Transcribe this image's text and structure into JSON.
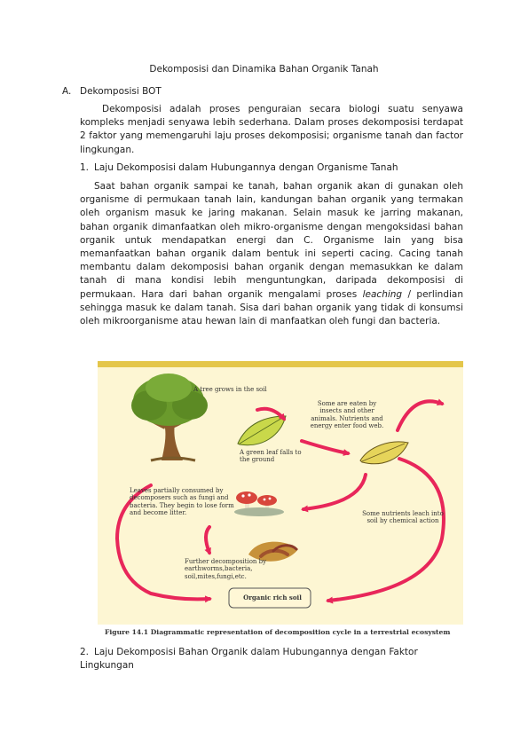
{
  "title": "Dekomposisi dan Dinamika Bahan Organik Tanah",
  "section_a": {
    "marker": "A.",
    "heading": "Dekomposisi BOT"
  },
  "para1": "Dekomposisi adalah proses penguraian secara biologi suatu senyawa kompleks menjadi senyawa lebih sederhana. Dalam proses dekomposisi terdapat 2 faktor yang memengaruhi laju proses dekomposisi; organisme tanah dan factor lingkungan.",
  "item1": {
    "marker": "1.",
    "heading": "Laju Dekomposisi dalam Hubungannya dengan Organisme Tanah"
  },
  "para2": {
    "before": "Saat bahan organik sampai ke tanah, bahan organik akan di gunakan oleh organisme di permukaan tanah lain, kandungan bahan organik yang termakan oleh organism masuk ke jaring makanan. Selain masuk ke jarring makanan, bahan organik dimanfaatkan oleh mikro-organisme dengan mengoksidasi bahan organik untuk mendapatkan energi dan C. Organisme lain yang bisa memanfaatkan bahan organik dalam bentuk ini seperti cacing. Cacing tanah membantu dalam dekomposisi bahan organik dengan memasukkan ke dalam tanah di mana kondisi lebih menguntungkan, daripada dekomposisi di permukaan. Hara  dari bahan organik mengalami proses ",
    "italic": "leaching",
    "after": " / perlindian sehingga masuk ke dalam tanah. Sisa dari bahan organik yang tidak di konsumsi oleh mikroorganisme atau hewan lain di manfaatkan oleh fungi dan bacteria."
  },
  "figure": {
    "labels": {
      "tree": "A tree grows in the soil",
      "eaten": "Some are eaten by insects and other animals. Nutrients and energy enter food web.",
      "leaf_falls": "A green leaf falls to the ground",
      "partially": "Leaves partially consumed by decomposers such as fungi and bacteria. They begin to lose form and become litter.",
      "leach": "Some nutrients leach into soil by chemical action",
      "further": "Further decomposition by earthworms,bacteria, soil,mites,fungi,etc.",
      "organic": "Organic rich soil"
    },
    "caption": "Figure 14.1  Diagrammatic representation of decomposition cycle in a terrestrial ecosystem",
    "colors": {
      "arrow": "#e8265a",
      "border": "#e4c64a",
      "background": "#fdf6d3"
    }
  },
  "item2": {
    "marker": "2.",
    "heading": "Laju Dekomposisi Bahan Organik dalam Hubungannya dengan Faktor Lingkungan"
  }
}
